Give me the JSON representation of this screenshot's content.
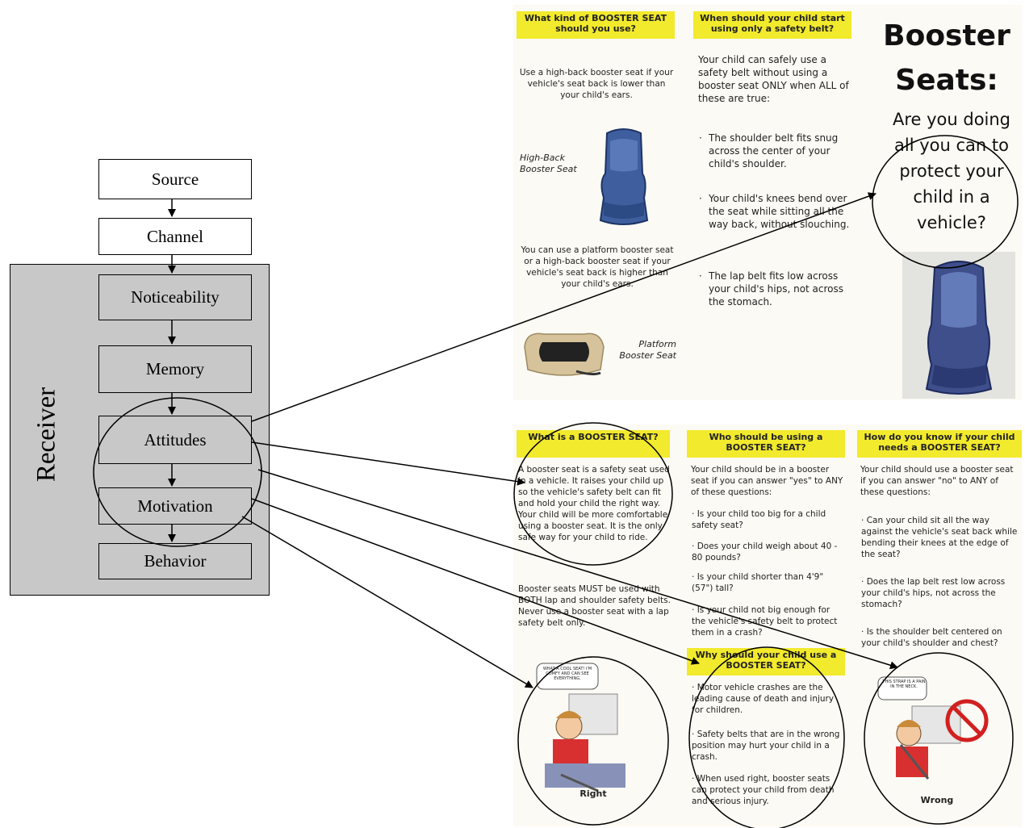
{
  "model": {
    "source": "Source",
    "channel": "Channel",
    "receiver": "Receiver",
    "noticeability": "Noticeability",
    "memory": "Memory",
    "attitudes": "Attitudes",
    "motivation": "Motivation",
    "behavior": "Behavior"
  },
  "brochure_top": {
    "col1_header": "What kind of BOOSTER SEAT should you use?",
    "col1_text1": "Use a high-back booster seat if your vehicle's seat back is lower than your child's ears.",
    "col1_caption1": "High-Back Booster Seat",
    "col1_text2": "You can use a platform booster seat or a high-back booster seat if your vehicle's seat back is higher than your child's ears.",
    "col1_caption2": "Platform Booster Seat",
    "col2_header": "When should your child start using only a safety belt?",
    "col2_intro": "Your child can safely use a safety belt without using a booster seat ONLY when ALL of these are true:",
    "col2_b1": "The shoulder belt fits snug across the center of your child's shoulder.",
    "col2_b2": "Your child's knees bend over the seat while sitting all the way back, without slouching.",
    "col2_b3": "The lap belt fits low across your child's hips, not across the stomach.",
    "title_line1": "Booster",
    "title_line2": "Seats:",
    "subtitle": "Are you doing all you can to protect your child in a vehicle?"
  },
  "brochure_bottom": {
    "c1_header": "What is a BOOSTER SEAT?",
    "c1_text1": "A booster seat is a safety seat used in a vehicle. It raises your child up so the vehicle's safety belt can fit and hold your child the right way. Your child will be more comfortable using a booster seat. It is the only safe way for your child to ride.",
    "c1_text2": "Booster seats MUST be used with BOTH lap and shoulder safety belts. Never use a booster seat with a lap safety belt only.",
    "c1_bubble": "WHAT A COOL SEAT! I'M COMFY AND CAN SEE EVERYTHING.",
    "c1_caption": "Right",
    "c2_header": "Who should be using a BOOSTER SEAT?",
    "c2_intro": "Your child should be in a booster seat if you can answer \"yes\" to ANY of these questions:",
    "c2_b1": "Is your child too big for a child safety seat?",
    "c2_b2": "Does your child weigh about 40 - 80 pounds?",
    "c2_b3": "Is your child shorter than 4'9\" (57\") tall?",
    "c2_b4": "Is your child not big enough for the vehicle's safety belt to protect them in a crash?",
    "c2b_header": "Why should your child use a BOOSTER SEAT?",
    "c2b_b1": "Motor vehicle crashes are the leading cause of death and injury for children.",
    "c2b_b2": "Safety belts that are in the wrong position may hurt your child in a crash.",
    "c2b_b3": "When used right, booster seats can protect your child from death and serious injury.",
    "c3_header": "How do you know if your child needs a BOOSTER SEAT?",
    "c3_intro": "Your child should use a booster seat if you can answer \"no\" to ANY of these questions:",
    "c3_b1": "Can your child sit all the way against the vehicle's seat back while bending their knees at the edge of the seat?",
    "c3_b2": "Does the lap belt rest low across your child's hips, not across the stomach?",
    "c3_b3": "Is the shoulder belt centered on your child's shoulder and chest?",
    "c3_bubble": "THIS STRAP IS A PAIN IN THE NECK.",
    "c3_caption": "Wrong"
  },
  "colors": {
    "header_yellow": "#f2ea2c",
    "receiver_grey": "#c8c8c8",
    "seat_blue": "#3e5e9e"
  }
}
